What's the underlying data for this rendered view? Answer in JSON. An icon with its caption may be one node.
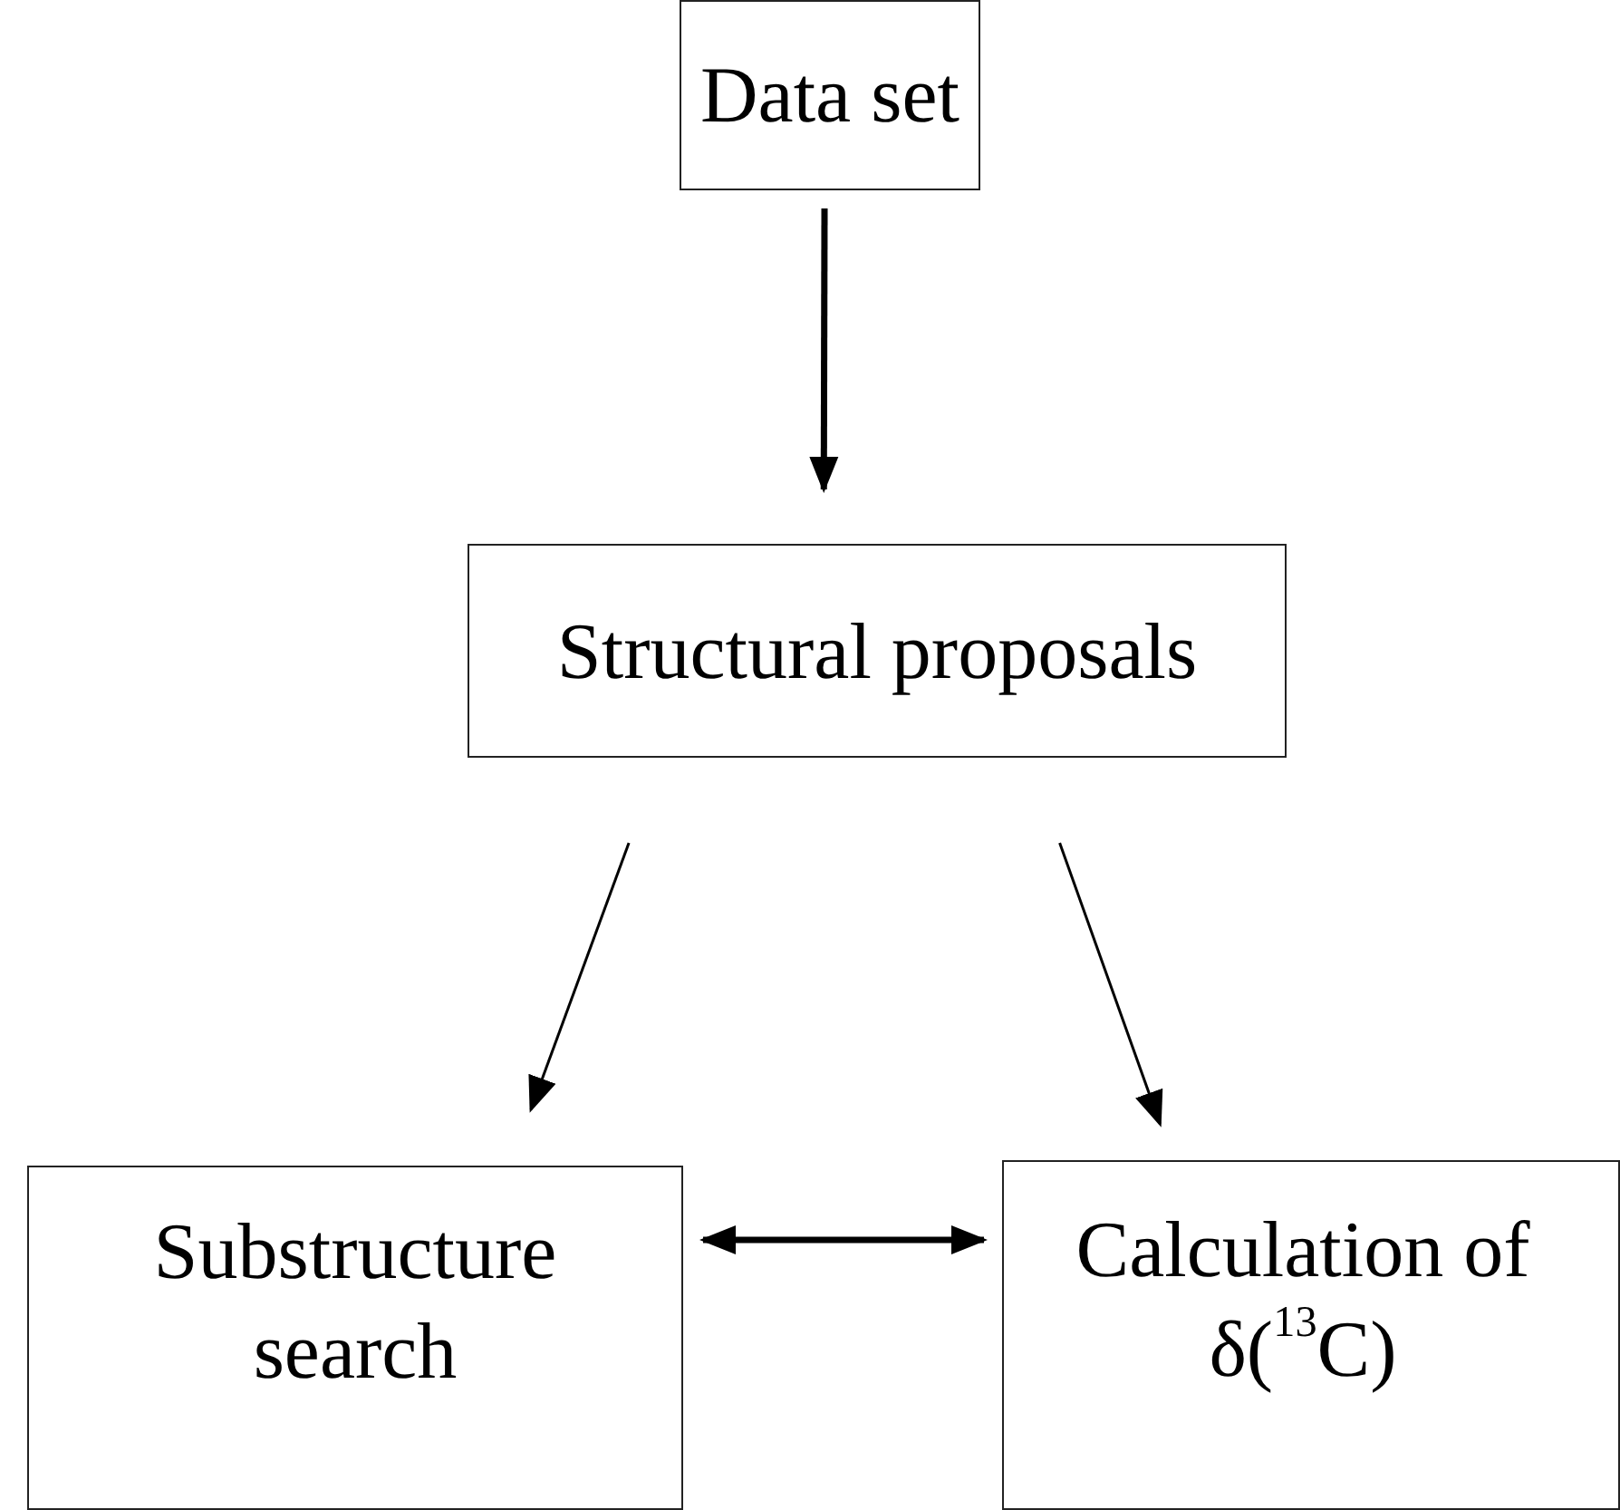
{
  "diagram": {
    "nodes": [
      {
        "text": [
          "Data set"
        ]
      },
      {
        "text": [
          "Structural proposals"
        ]
      },
      {
        "text": [
          "Substructure search"
        ]
      },
      {
        "text": [
          "Calculation of δ($^{13}$C)"
        ]
      }
    ],
    "edges": [
      {
        "from": 0,
        "to": 1,
        "arrow": "to",
        "style": "thick"
      },
      {
        "from": 1,
        "to": 2,
        "arrow": "to"
      },
      {
        "from": 1,
        "to": 3,
        "arrow": "to"
      },
      {
        "from": 2,
        "to": 3,
        "arrow": "both",
        "style": "thick"
      }
    ]
  }
}
